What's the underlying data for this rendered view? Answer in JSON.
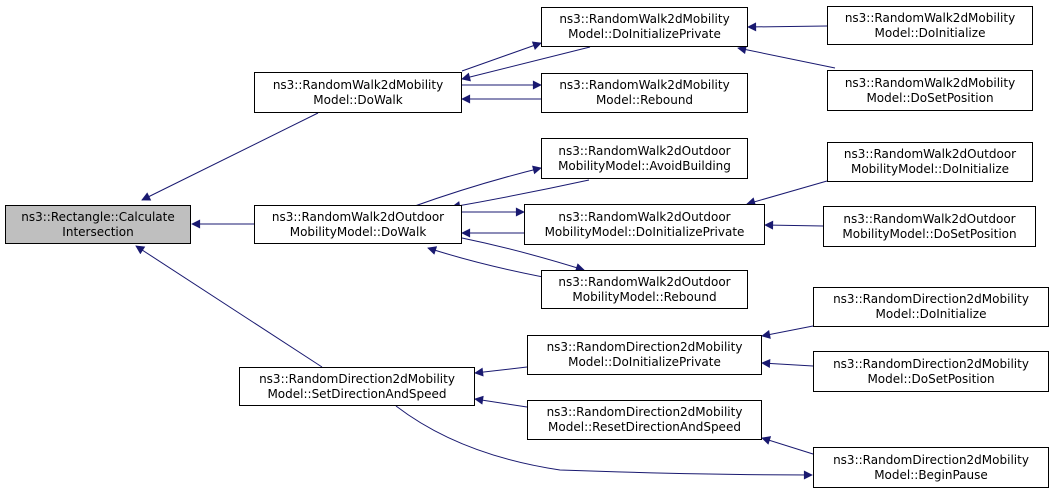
{
  "colors": {
    "edge": "#191970",
    "root_fill": "#bfbfbf",
    "node_fill": "#ffffff",
    "border": "#000000"
  },
  "nodes": {
    "root": {
      "line1": "ns3::Rectangle::Calculate",
      "line2": "Intersection"
    },
    "rw_dowalk": {
      "line1": "ns3::RandomWalk2dMobility",
      "line2": "Model::DoWalk"
    },
    "rw_doinitp": {
      "line1": "ns3::RandomWalk2dMobility",
      "line2": "Model::DoInitializePrivate"
    },
    "rw_rebound": {
      "line1": "ns3::RandomWalk2dMobility",
      "line2": "Model::Rebound"
    },
    "rw_doinit": {
      "line1": "ns3::RandomWalk2dMobility",
      "line2": "Model::DoInitialize"
    },
    "rw_dosetpos": {
      "line1": "ns3::RandomWalk2dMobility",
      "line2": "Model::DoSetPosition"
    },
    "ro_dowalk": {
      "line1": "ns3::RandomWalk2dOutdoor",
      "line2": "MobilityModel::DoWalk"
    },
    "ro_avoid": {
      "line1": "ns3::RandomWalk2dOutdoor",
      "line2": "MobilityModel::AvoidBuilding"
    },
    "ro_doinitp": {
      "line1": "ns3::RandomWalk2dOutdoor",
      "line2": "MobilityModel::DoInitializePrivate"
    },
    "ro_rebound": {
      "line1": "ns3::RandomWalk2dOutdoor",
      "line2": "MobilityModel::Rebound"
    },
    "ro_doinit": {
      "line1": "ns3::RandomWalk2dOutdoor",
      "line2": "MobilityModel::DoInitialize"
    },
    "ro_dosetpos": {
      "line1": "ns3::RandomWalk2dOutdoor",
      "line2": "MobilityModel::DoSetPosition"
    },
    "rd_setdir": {
      "line1": "ns3::RandomDirection2dMobility",
      "line2": "Model::SetDirectionAndSpeed"
    },
    "rd_doinitp": {
      "line1": "ns3::RandomDirection2dMobility",
      "line2": "Model::DoInitializePrivate"
    },
    "rd_reset": {
      "line1": "ns3::RandomDirection2dMobility",
      "line2": "Model::ResetDirectionAndSpeed"
    },
    "rd_doinit": {
      "line1": "ns3::RandomDirection2dMobility",
      "line2": "Model::DoInitialize"
    },
    "rd_dosetpos": {
      "line1": "ns3::RandomDirection2dMobility",
      "line2": "Model::DoSetPosition"
    },
    "rd_pause": {
      "line1": "ns3::RandomDirection2dMobility",
      "line2": "Model::BeginPause"
    }
  }
}
